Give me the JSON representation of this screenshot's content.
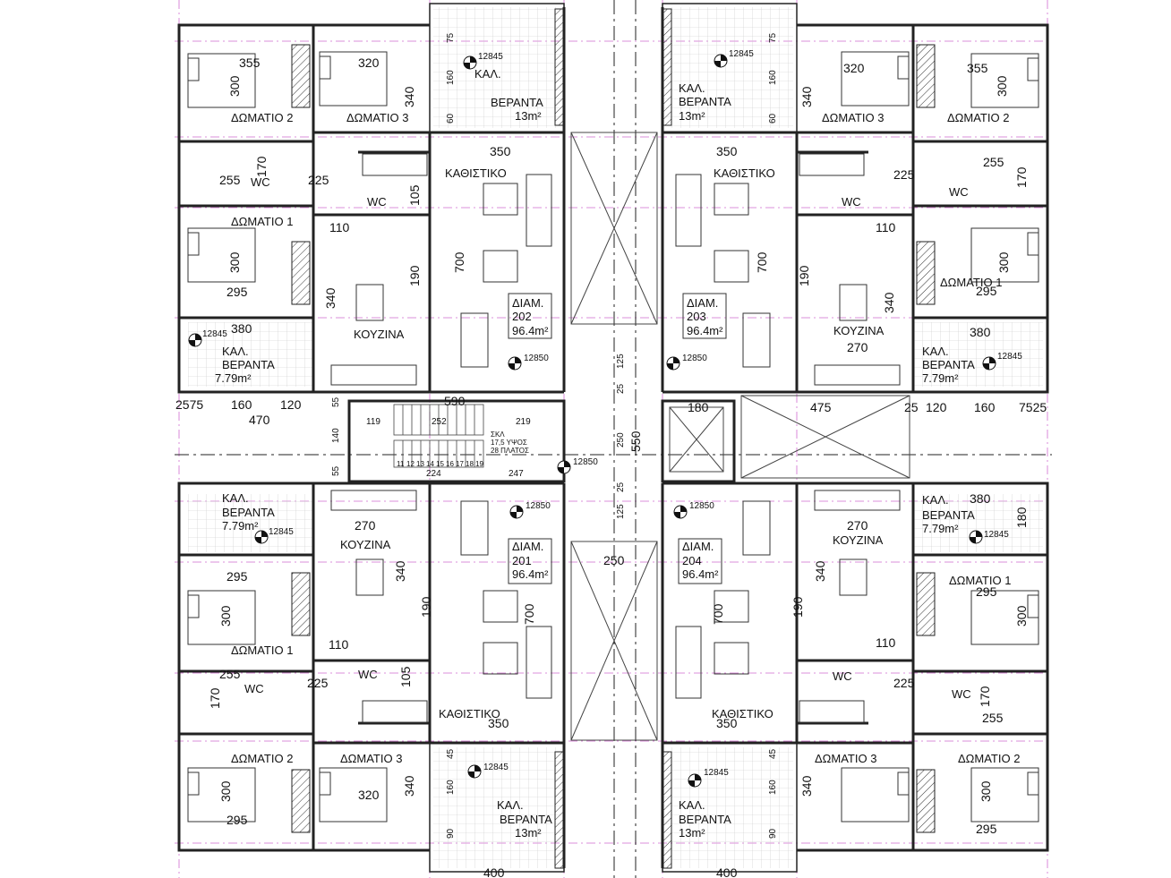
{
  "units": {
    "u202": {
      "label": "ΔΙΑΜ.",
      "number": "202",
      "area": "96.4m²"
    },
    "u203": {
      "label": "ΔΙΑΜ.",
      "number": "203",
      "area": "96.4m²"
    },
    "u201": {
      "label": "ΔΙΑΜ.",
      "number": "201",
      "area": "96.4m²"
    },
    "u204": {
      "label": "ΔΙΑΜ.",
      "number": "204",
      "area": "96.4m²"
    }
  },
  "rooms": {
    "bedroom1": "ΔΩΜΑΤΙΟ 1",
    "bedroom2": "ΔΩΜΑΤΙΟ 2",
    "bedroom3": "ΔΩΜΑΤΙΟ 3",
    "living": "ΚΑΘΙΣΤΙΚΟ",
    "kitchen": "ΚΟΥΖΙΝΑ",
    "wc": "WC",
    "veranda": "ΚΑΛ.",
    "veranda2": "ΒΕΡΑΝΤΑ",
    "area_big_veranda": "13m²",
    "area_small_veranda": "7.79m²"
  },
  "stair": {
    "line1": "ΣΚΛ",
    "line2": "17,5 ΥΨΟΣ",
    "line3": "28 ΠΛΑΤΟΣ",
    "steps": [
      "11",
      "12",
      "13",
      "14",
      "15",
      "16",
      "17",
      "18",
      "19"
    ]
  },
  "levels": {
    "l12845": "12845",
    "l12850": "12850"
  },
  "dims": {
    "d355": "355",
    "d320": "320",
    "d300": "300",
    "d340": "340",
    "d350": "350",
    "d170": "170",
    "d255": "255",
    "d225": "225",
    "d105": "105",
    "d110": "110",
    "d190": "190",
    "d700": "700",
    "d295": "295",
    "d380": "380",
    "d270": "270",
    "d180": "180",
    "d475": "475",
    "d550": "550",
    "d590": "590",
    "d250": "250",
    "d125": "125",
    "d25": "25",
    "d75": "75",
    "d160": "160",
    "d60": "60",
    "d45": "45",
    "d90": "90",
    "d120": "120",
    "d470": "470",
    "d2575": "2575",
    "d7525": "7525",
    "d55": "55",
    "d140": "140",
    "d119": "119",
    "d252": "252",
    "d219": "219",
    "d247": "247",
    "d224": "224",
    "d400": "400"
  }
}
